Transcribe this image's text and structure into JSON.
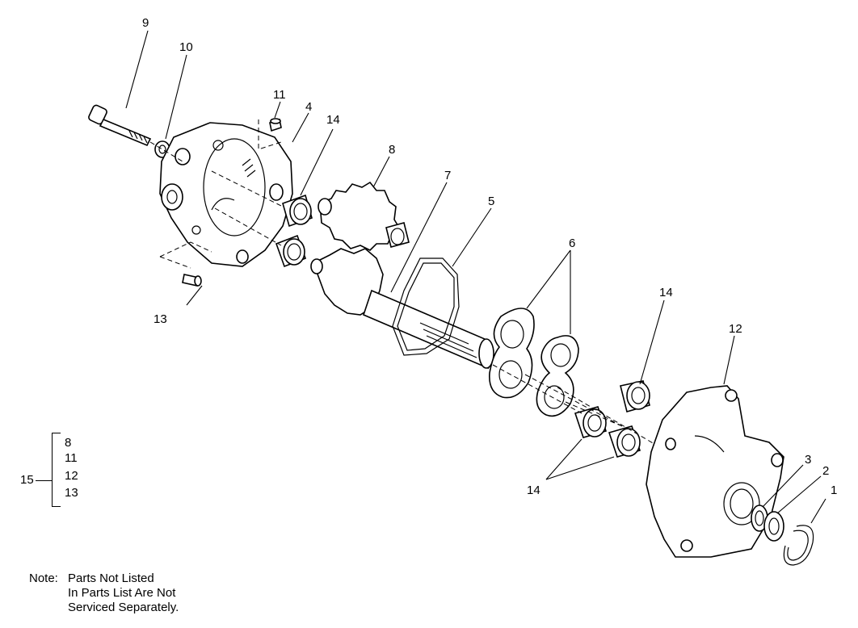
{
  "callouts": {
    "c1": "1",
    "c2": "2",
    "c3": "3",
    "c4": "4",
    "c5": "5",
    "c6": "6",
    "c7": "7",
    "c8": "8",
    "c9": "9",
    "c10": "10",
    "c11": "11",
    "c12a": "12",
    "c13": "13",
    "c14a": "14",
    "c14b": "14",
    "c14c": "14"
  },
  "group": {
    "label": "15",
    "items": [
      "8",
      "11",
      "12",
      "13"
    ]
  },
  "note": {
    "label": "Note:",
    "lines": [
      "Parts Not Listed",
      "In Parts List Are Not",
      "Serviced Separately."
    ]
  }
}
